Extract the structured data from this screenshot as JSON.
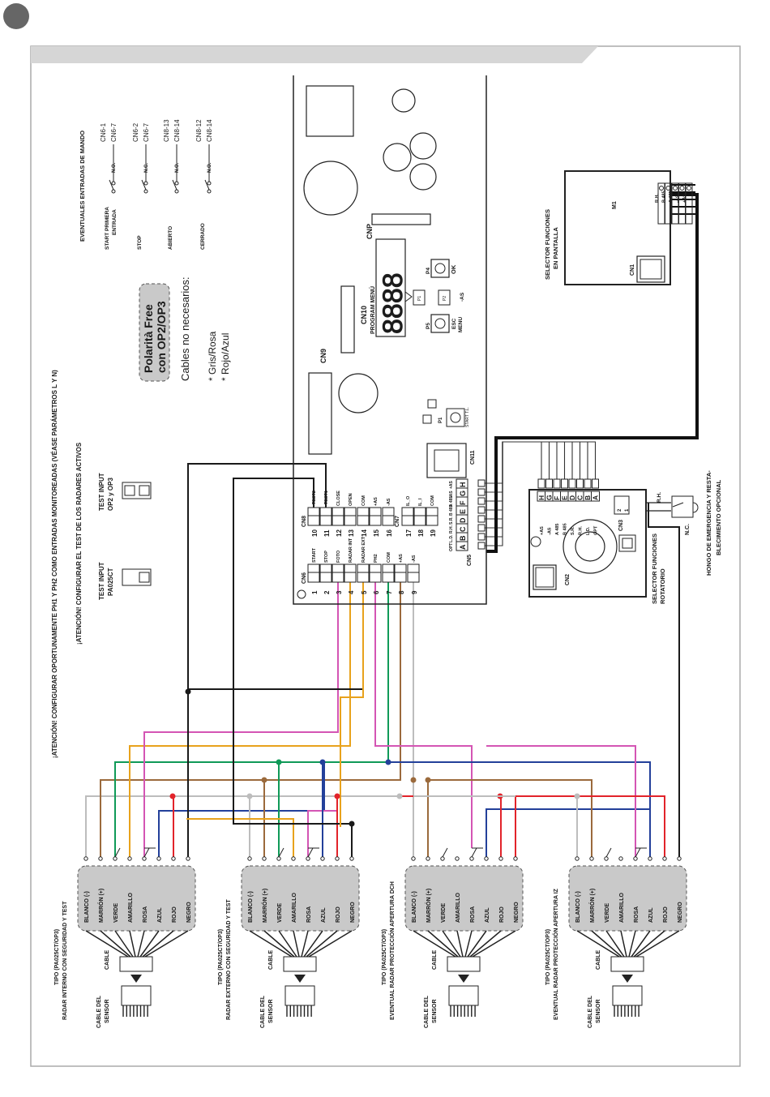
{
  "notes": {
    "attention_monitor": "¡ATENCIÓN! CONFIGURAR OPORTUNAMENTE PH1 Y PH2 COMO ENTRADAS MONITOREADAS (VÉASE PARÁMETROS L Y N)",
    "attention_test": "¡ATENCIÓN! CONFIGURAR EL TEST DE LOS RADARES ACTIVOS"
  },
  "test_inputs": [
    {
      "line1": "TEST INPUT",
      "line2": "PA025CT"
    },
    {
      "line1": "TEST INPUT",
      "line2": "OP2 y OP3"
    }
  ],
  "polarity_box": {
    "line1": "Polarità Free",
    "line2": "con OP2/OP3"
  },
  "cables_note": {
    "title": "Cables no necesarios:",
    "line1": "* Gris/Rosa",
    "line2": "* Rojo/Azul"
  },
  "control_inputs": {
    "title": "EVENTUALES ENTRADAS DE MANDO",
    "items": [
      {
        "label1": "START PRIMERA",
        "label2": "ENTRADA",
        "contact": "N.O.",
        "cn1": "CN6-1",
        "cn2": "CN6-7"
      },
      {
        "label1": "STOP",
        "label2": "",
        "contact": "N.C.",
        "cn1": "CN6-2",
        "cn2": "CN6-7"
      },
      {
        "label1": "ABIERTO",
        "label2": "",
        "contact": "N.O.",
        "cn1": "CN8-13",
        "cn2": "CN8-14"
      },
      {
        "label1": "CERRADO",
        "label2": "",
        "contact": "N.O.",
        "cn1": "CN8-12",
        "cn2": "CN8-14"
      }
    ]
  },
  "board": {
    "cnp": "CNP",
    "cn10": "CN10",
    "program_menu": "PROGRAM MENÚ",
    "display": "8888",
    "cn9": "CN9",
    "cn11": "CN11",
    "p1": "P1",
    "start_tl": "START T.L.",
    "p4": "P4",
    "ok": "OK",
    "p5": "P5",
    "esc": "ESC",
    "menu": "MENU",
    "p1_circle": "P1",
    "p2_circle": "P2",
    "as_label": "-AS"
  },
  "cn6": {
    "name": "CN6",
    "pins": [
      "1",
      "2",
      "3",
      "4",
      "5",
      "6",
      "7",
      "8",
      "9"
    ],
    "labels": [
      "START",
      "STOP",
      "FOTO",
      "RADAR INT",
      "RADAR EXT",
      "PH2",
      "COM",
      "+AS",
      "-AS"
    ]
  },
  "cn8": {
    "name": "CN8",
    "pins": [
      "10",
      "11",
      "12",
      "13",
      "14",
      "15",
      "16"
    ],
    "labels": [
      "-TEST2",
      "-TEST1",
      "CLOSE",
      "OPEN",
      "COM",
      "+AS",
      "-AS"
    ]
  },
  "cn7": {
    "name": "CN7",
    "pins": [
      "17",
      "18",
      "19"
    ],
    "labels": [
      "IL_O",
      "IL_I",
      "COM"
    ]
  },
  "cn5": {
    "name": "CN5",
    "letters": [
      "A",
      "B",
      "C",
      "D",
      "E",
      "F",
      "G",
      "H"
    ],
    "labels": [
      "OPT",
      "L.D.",
      "R.H.",
      "S.R.",
      "B 485",
      "A 485",
      "-AS",
      "+AS"
    ]
  },
  "rotary": {
    "title1": "SELECTOR FUNCIONES",
    "title2": "ROTATORIO",
    "cn2": "CN2",
    "cn3": "CN3",
    "cn3_pins": [
      "2",
      "1"
    ],
    "letters": [
      "H",
      "G",
      "F",
      "E",
      "D",
      "C",
      "B",
      "A"
    ],
    "labels": [
      "+AS",
      "-AS",
      "A 485",
      "B 485",
      "S.R.",
      "R.H.",
      "L.D.",
      "OPT"
    ]
  },
  "display_selector": {
    "title1": "SELECTOR FUNCIONES",
    "title2": "EN PANTALLA",
    "m1": "M1",
    "cn1": "CN1",
    "labels": [
      "R.H.",
      "B 485",
      "A 485",
      "-AS",
      "+AS"
    ]
  },
  "emergency": {
    "line1": "HONGO DE EMERGENCIA Y RESTA-",
    "line2": "BLECIMIENTO OPCIONAL",
    "rh": "R.H.",
    "nc": "N.C."
  },
  "sensors": [
    {
      "title1": "TIPO (PA025CT/OP3)",
      "title2": "RADAR INTERNO CON SEGURIDAD Y TEST",
      "cable": "CABLE",
      "sensor1": "CABLE DEL",
      "sensor2": "SENSOR"
    },
    {
      "title1": "TIPO (PA025CT/OP3)",
      "title2": "RADAR EXTERNO CON SEGURIDAD Y TEST",
      "cable": "CABLE",
      "sensor1": "CABLE DEL",
      "sensor2": "SENSOR"
    },
    {
      "title1": "TIPO (PA025CT/OP3)",
      "title2": "EVENTUAL RADAR PROTECCIÓN APERTURA DCH",
      "cable": "CABLE",
      "sensor1": "CABLE DEL",
      "sensor2": "SENSOR"
    },
    {
      "title1": "TIPO (PA025CT/OP3)",
      "title2": "EVENTUAL RADAR PROTECCIÓN APERTURA IZ",
      "cable": "CABLE",
      "sensor1": "CABLE DEL",
      "sensor2": "SENSOR"
    }
  ],
  "wire_colors": [
    {
      "name": "BLANCO (-)",
      "hex": "#bdbdbd"
    },
    {
      "name": "MARRÓN (+)",
      "hex": "#9b6a3c"
    },
    {
      "name": "VERDE",
      "hex": "#109a58"
    },
    {
      "name": "AMARILLO",
      "hex": "#e8a21c"
    },
    {
      "name": "ROSA",
      "hex": "#d455b4"
    },
    {
      "name": "AZUL",
      "hex": "#23409a"
    },
    {
      "name": "ROJO",
      "hex": "#e2232a"
    },
    {
      "name": "NEGRO",
      "hex": "#1a1a1a"
    }
  ]
}
